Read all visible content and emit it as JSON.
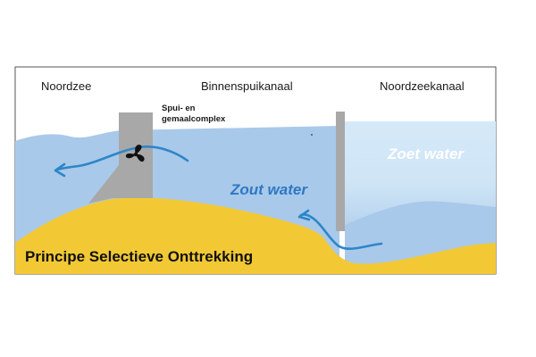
{
  "regions": {
    "left": "Noordzee",
    "middle": "Binnenspuikanaal",
    "right": "Noordzeekanaal"
  },
  "complex": {
    "line1": "Spui- en",
    "line2": "gemaalcomplex"
  },
  "water": {
    "salt": "Zout water",
    "fresh": "Zoet water"
  },
  "title": "Principe Selectieve Onttrekking",
  "colors": {
    "salt_water": "#a9c9ea",
    "fresh_water": "#cfe5f6",
    "sand": "#f2c935",
    "structure": "#a8a8a8",
    "flow_arrow": "#2e86c8",
    "salt_label": "#2e78c4",
    "fresh_label": "#ffffff"
  },
  "icons": {
    "pump": "propeller-icon",
    "flow": "curved-arrow-icon"
  }
}
